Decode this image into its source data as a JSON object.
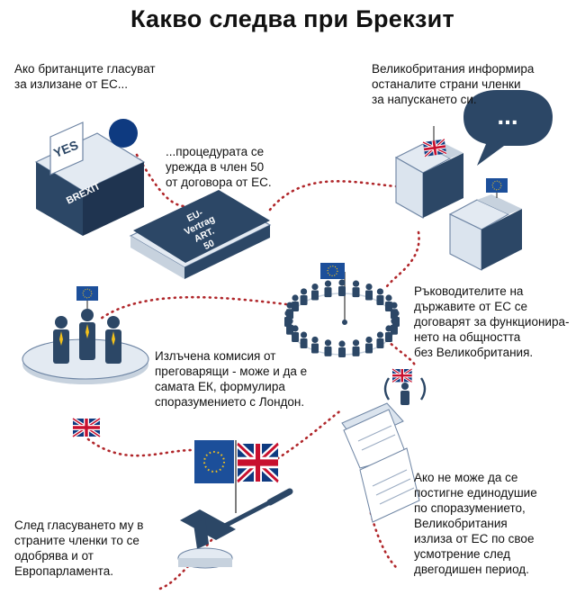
{
  "title": "Какво следва при Брекзит",
  "steps": [
    {
      "id": "vote",
      "lines": [
        "Ако британците гласуват",
        "за излизане от ЕС..."
      ]
    },
    {
      "id": "article50",
      "lines": [
        "...процедурата се",
        "урежда в член 50",
        "от договора от ЕС."
      ]
    },
    {
      "id": "inform",
      "lines": [
        "Великобритания информира",
        "останалите страни членки",
        "за напускането си."
      ]
    },
    {
      "id": "leaders",
      "lines": [
        "Ръководителите на",
        "държавите от ЕС се",
        "договарят за функционира-",
        "нето на общността",
        "без Великобритания."
      ]
    },
    {
      "id": "commission",
      "lines": [
        "Излъчена комисия от",
        "преговарящи - може и да е",
        "самата ЕК, формулира",
        "споразумението с Лондон."
      ]
    },
    {
      "id": "approval",
      "lines": [
        "След гласуването му в",
        "страните членки то се",
        "одобрява и от",
        "Европарламента."
      ]
    },
    {
      "id": "exit",
      "lines": [
        "Ако не може да се",
        "постигне единодушие",
        "по споразумението,",
        "Великобритания",
        "излиза от ЕС по свое",
        "усмотрение след",
        "двегодишен период."
      ]
    }
  ],
  "ballot_box": {
    "ballot_text": "YES",
    "box_label": "BREXIT"
  },
  "treaty_book": {
    "lines": [
      "EU-",
      "Vertrag",
      "ART.",
      "50"
    ]
  },
  "speech_bubble": {
    "text": "..."
  },
  "colors": {
    "navy": "#2c4766",
    "navy_dark": "#1f3450",
    "light": "#e3eaf2",
    "ink": "#6d84a3",
    "route": "#b0262a",
    "eu_blue": "#1c4f9a",
    "eu_gold": "#f4c21b",
    "uk_red": "#c8102e"
  }
}
